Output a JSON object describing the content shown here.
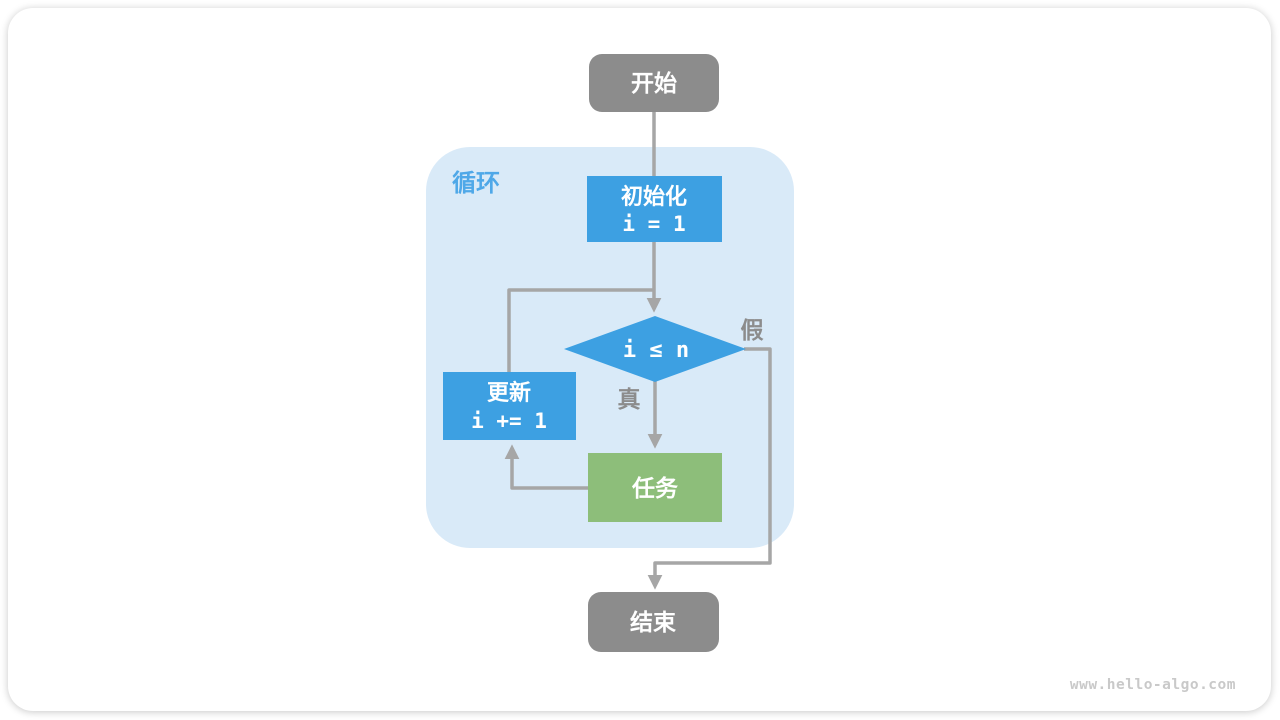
{
  "page": {
    "watermark": "www.hello-algo.com"
  },
  "colors": {
    "node_blue": "#3DA0E2",
    "node_green": "#8DBE7A",
    "node_gray": "#8C8C8C",
    "loop_bg": "#D9EAF8",
    "line_gray": "#A6A6A6",
    "branch_label_gray": "#8C8C8C",
    "loop_label_blue": "#4FA8E8",
    "watermark_gray": "#C9C9C9",
    "text_white": "#FFFFFF"
  },
  "flowchart": {
    "loop_label": "循环",
    "nodes": {
      "start": {
        "label": "开始"
      },
      "init": {
        "label": "初始化",
        "code": "i = 1"
      },
      "condition": {
        "label": "i ≤ n"
      },
      "update": {
        "label": "更新",
        "code": "i += 1"
      },
      "task": {
        "label": "任务"
      },
      "end": {
        "label": "结束"
      }
    },
    "branches": {
      "true_label": "真",
      "false_label": "假"
    }
  }
}
